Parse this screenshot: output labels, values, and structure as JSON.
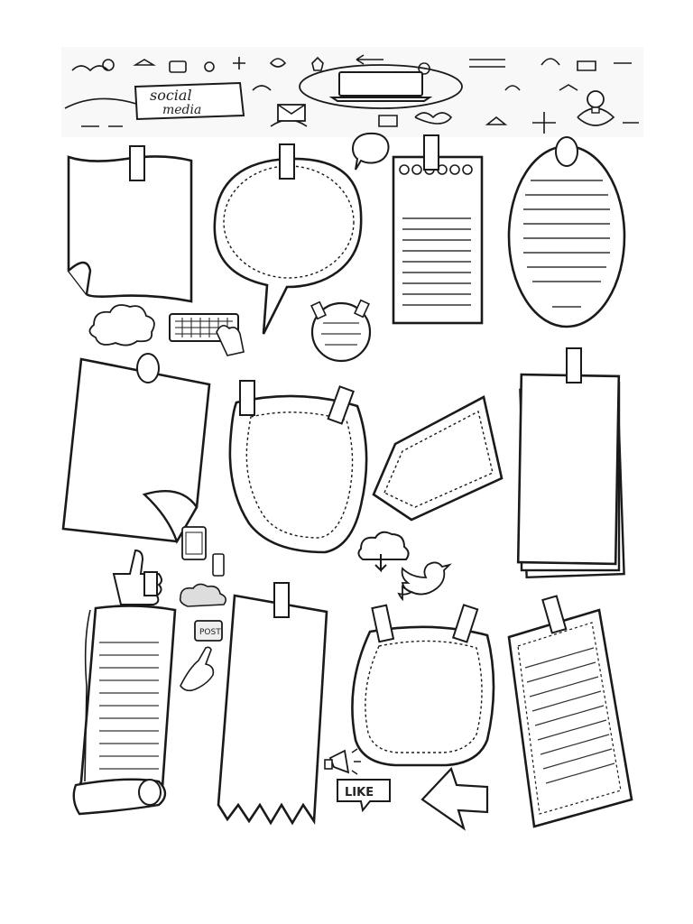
{
  "banner": {
    "title_line1": "social",
    "title_line2": "media",
    "post_label": "POST",
    "like_label": "LIKE"
  },
  "colors": {
    "ink": "#1a1a1a",
    "paper": "#ffffff",
    "banner_bg": "#f2f2f2",
    "tape": "#ffffff",
    "rule": "#555555"
  },
  "icons": [
    "speech-bubble-icon",
    "keyboard-icon",
    "cloud-icon",
    "thumbs-up-icon",
    "tablet-icon",
    "phone-icon",
    "download-cloud-icon",
    "twitter-bird-icon",
    "pointing-hand-icon",
    "megaphone-icon",
    "laptop-icon",
    "envelope-icon",
    "lightbulb-icon"
  ]
}
